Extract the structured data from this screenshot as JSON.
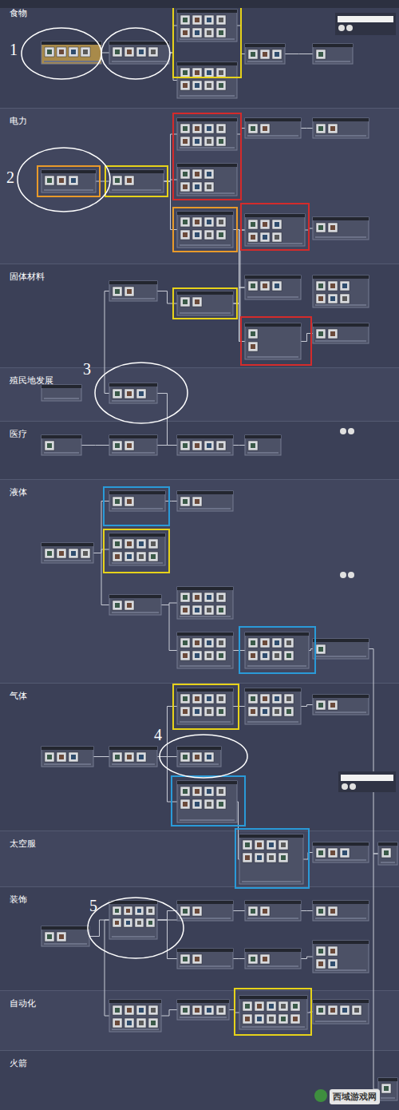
{
  "diagram": {
    "nodes": [
      {
        "text": [
          "食物"
        ]
      },
      {
        "text": [
          "电力"
        ]
      },
      {
        "text": [
          "固体材料"
        ]
      },
      {
        "text": [
          "殖民地发展"
        ]
      },
      {
        "text": [
          "医疗"
        ]
      },
      {
        "text": [
          "液体"
        ]
      },
      {
        "text": [
          "气体"
        ]
      },
      {
        "text": [
          "太空服"
        ]
      },
      {
        "text": [
          "装饰"
        ]
      },
      {
        "text": [
          "自动化"
        ]
      },
      {
        "text": [
          "火箭"
        ]
      }
    ],
    "labels": [
      "1",
      "2",
      "3",
      "4",
      "5",
      "西域游戏网"
    ]
  }
}
